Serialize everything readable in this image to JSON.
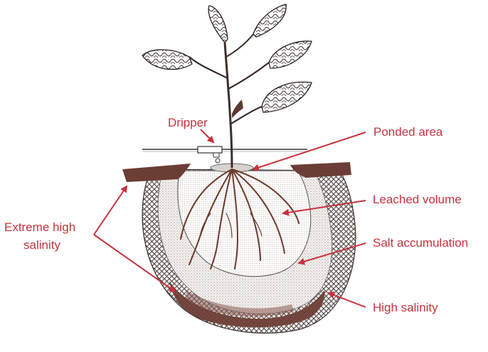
{
  "labels": {
    "dripper": "Dripper",
    "ponded_area": "Ponded area",
    "leached_volume": "Leached volume",
    "salt_accumulation": "Salt accumulation",
    "high_salinity": "High salinity",
    "extreme_high_salinity_line1": "Extreme high",
    "extreme_high_salinity_line2": "salinity"
  },
  "colors": {
    "label_text": "#c8323e",
    "arrow": "#c8323e",
    "root_brown": "#6b3a2e",
    "outline": "#2a2a2a",
    "extreme_salinity_band": "#6e3f36"
  }
}
